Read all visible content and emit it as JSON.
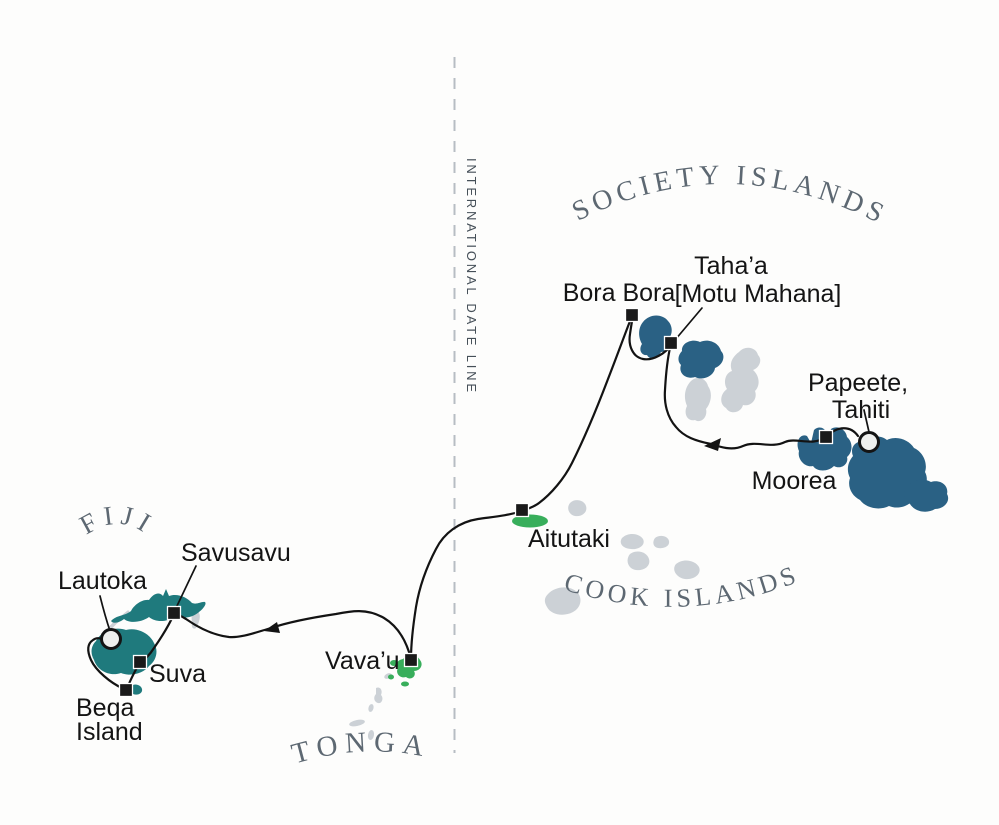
{
  "map": {
    "type": "cruise-itinerary-map",
    "date_line": {
      "label": "INTERNATIONAL DATE LINE"
    },
    "regions": {
      "society": "SOCIETY ISLANDS",
      "cook": "COOK ISLANDS",
      "fiji": "FIJI",
      "tonga": "TONGA"
    },
    "ports": [
      {
        "name": "Papeete, Tahiti",
        "marker": "circle",
        "label_lines": [
          "Papeete,",
          "Tahiti"
        ]
      },
      {
        "name": "Moorea",
        "marker": "square",
        "label_lines": [
          "Moorea"
        ]
      },
      {
        "name": "Taha’a [Motu Mahana]",
        "marker": "square",
        "label_lines": [
          "Taha’a",
          "[Motu Mahana]"
        ]
      },
      {
        "name": "Bora Bora",
        "marker": "square",
        "label_lines": [
          "Bora Bora"
        ]
      },
      {
        "name": "Aitutaki",
        "marker": "square",
        "label_lines": [
          "Aitutaki"
        ]
      },
      {
        "name": "Vava’u",
        "marker": "square",
        "label_lines": [
          "Vava’u"
        ]
      },
      {
        "name": "Savusavu",
        "marker": "square",
        "label_lines": [
          "Savusavu"
        ]
      },
      {
        "name": "Suva",
        "marker": "square",
        "label_lines": [
          "Suva"
        ]
      },
      {
        "name": "Beqa Island",
        "marker": "square",
        "label_lines": [
          "Beqa",
          "Island"
        ]
      },
      {
        "name": "Lautoka",
        "marker": "circle",
        "label_lines": [
          "Lautoka"
        ]
      }
    ],
    "route_direction": "westbound",
    "colors": {
      "background": "#fdfdfc",
      "french_polynesia_islands": "#2a6184",
      "fiji_islands": "#1f7a7d",
      "green_stop_islands": "#38ae5b",
      "faded_islands": "#ccd1d6",
      "route_line": "#131313",
      "region_label": "#5d6872",
      "date_line_dash": "#b7bdc3",
      "marker_square": "#1a1a1a",
      "marker_circle_fill": "#eff0ee"
    }
  }
}
